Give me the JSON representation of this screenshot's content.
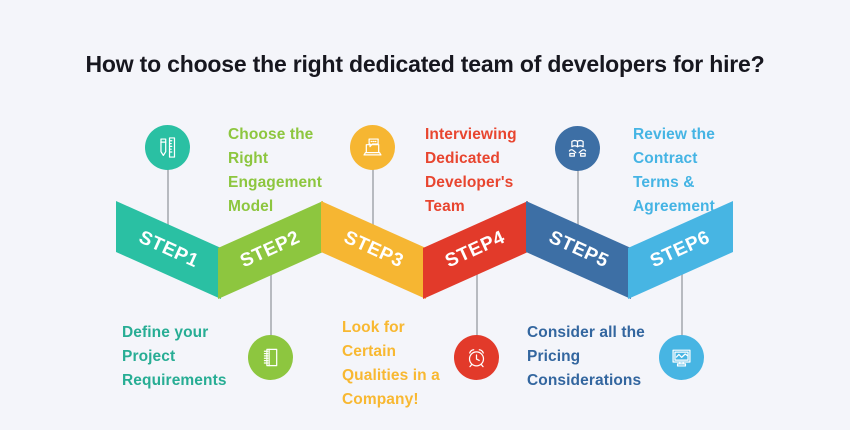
{
  "title": "How to choose the right dedicated team of developers for hire?",
  "title_color": "#17171f",
  "background_color": "#f4f5fa",
  "connector_color": "#b7bac0",
  "steps": [
    {
      "label": "STEP1",
      "color": "#2ac0a3",
      "text_color": "#27ad94",
      "description": "Define your\nProject\nRequirements",
      "icon": "pencil-ruler-icon",
      "direction": "descending",
      "icon_position": "top",
      "text_position": "bottom"
    },
    {
      "label": "STEP2",
      "color": "#8dc63f",
      "text_color": "#8dc63f",
      "description": "Choose the\nRight\nEngagement\nModel",
      "icon": "spiral-notebook-icon",
      "direction": "ascending",
      "icon_position": "bottom",
      "text_position": "top"
    },
    {
      "label": "STEP3",
      "color": "#f6b632",
      "text_color": "#f8b831",
      "description": "Look for\nCertain\nQualities in a\nCompany!",
      "icon": "laptop-chat-icon",
      "direction": "descending",
      "icon_position": "top",
      "text_position": "bottom"
    },
    {
      "label": "STEP4",
      "color": "#e23a2a",
      "text_color": "#e8452f",
      "description": "Interviewing\nDedicated\nDeveloper's\nTeam",
      "icon": "alarm-clock-icon",
      "direction": "ascending",
      "icon_position": "bottom",
      "text_position": "top"
    },
    {
      "label": "STEP5",
      "color": "#3d6fa5",
      "text_color": "#33669f",
      "description": "Consider all the\nPricing\nConsiderations",
      "icon": "hands-book-icon",
      "direction": "descending",
      "icon_position": "top",
      "text_position": "bottom"
    },
    {
      "label": "STEP6",
      "color": "#47b5e3",
      "text_color": "#45b4e4",
      "description": "Review the\nContract\nTerms &\nAgreement",
      "icon": "monitor-chart-icon",
      "direction": "ascending",
      "icon_position": "bottom",
      "text_position": "top"
    }
  ]
}
